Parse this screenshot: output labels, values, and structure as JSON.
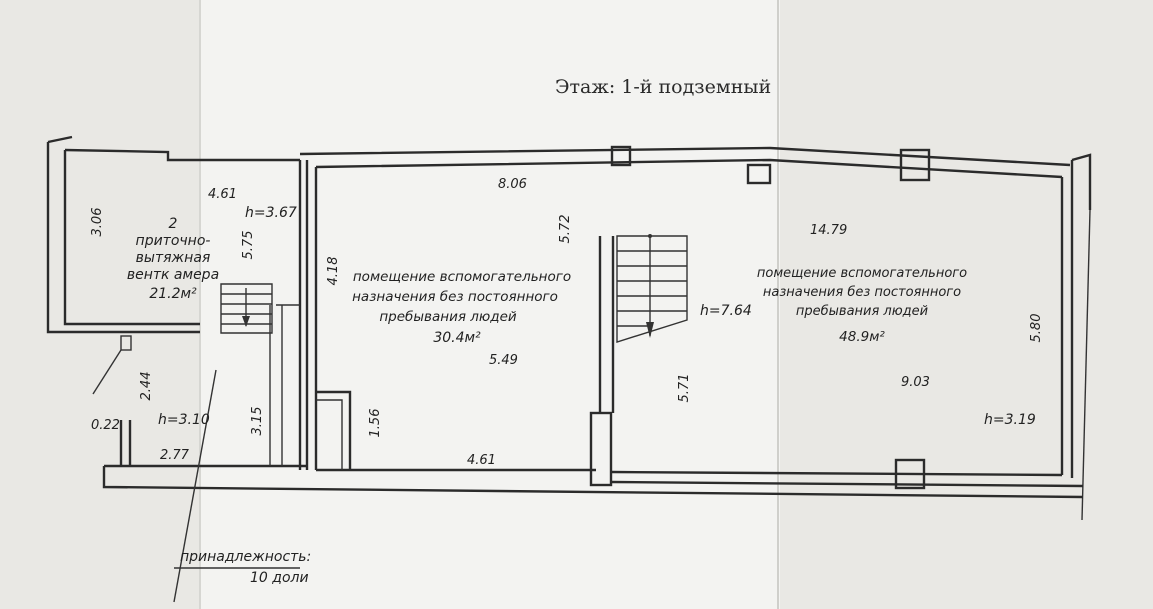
{
  "floor_title": "Этаж:   1-й подземный",
  "rooms": [
    {
      "number": "2",
      "name_lines": [
        "приточно-",
        "вытяжная",
        "вентк амера"
      ],
      "area": "21.2м²",
      "height": "h=3.67"
    },
    {
      "name_lines": [
        "помещение вспомогательного",
        "назначения без постоянного",
        "пребывания людей"
      ],
      "area": "30.4м²",
      "height": "h=7.64"
    },
    {
      "name_lines": [
        "помещение вспомогательного",
        "назначения без постоянного",
        "пребывания людей"
      ],
      "area": "48.9м²",
      "height": "h=3.19"
    }
  ],
  "corridor_height": "h=3.10",
  "dimensions": {
    "d_4_61_top": "4.61",
    "d_3_06": "3.06",
    "d_5_75": "5.75",
    "d_8_06": "8.06",
    "d_5_72": "5.72",
    "d_4_18": "4.18",
    "d_5_49": "5.49",
    "d_14_79": "14.79",
    "d_5_80": "5.80",
    "d_9_03": "9.03",
    "d_5_71": "5.71",
    "d_2_44": "2.44",
    "d_0_22": "0.22",
    "d_2_77": "2.77",
    "d_3_15": "3.15",
    "d_1_56": "1.56",
    "d_4_61_bottom": "4.61"
  },
  "ownership": {
    "label": "принадлежность:",
    "value": "10 доли"
  }
}
